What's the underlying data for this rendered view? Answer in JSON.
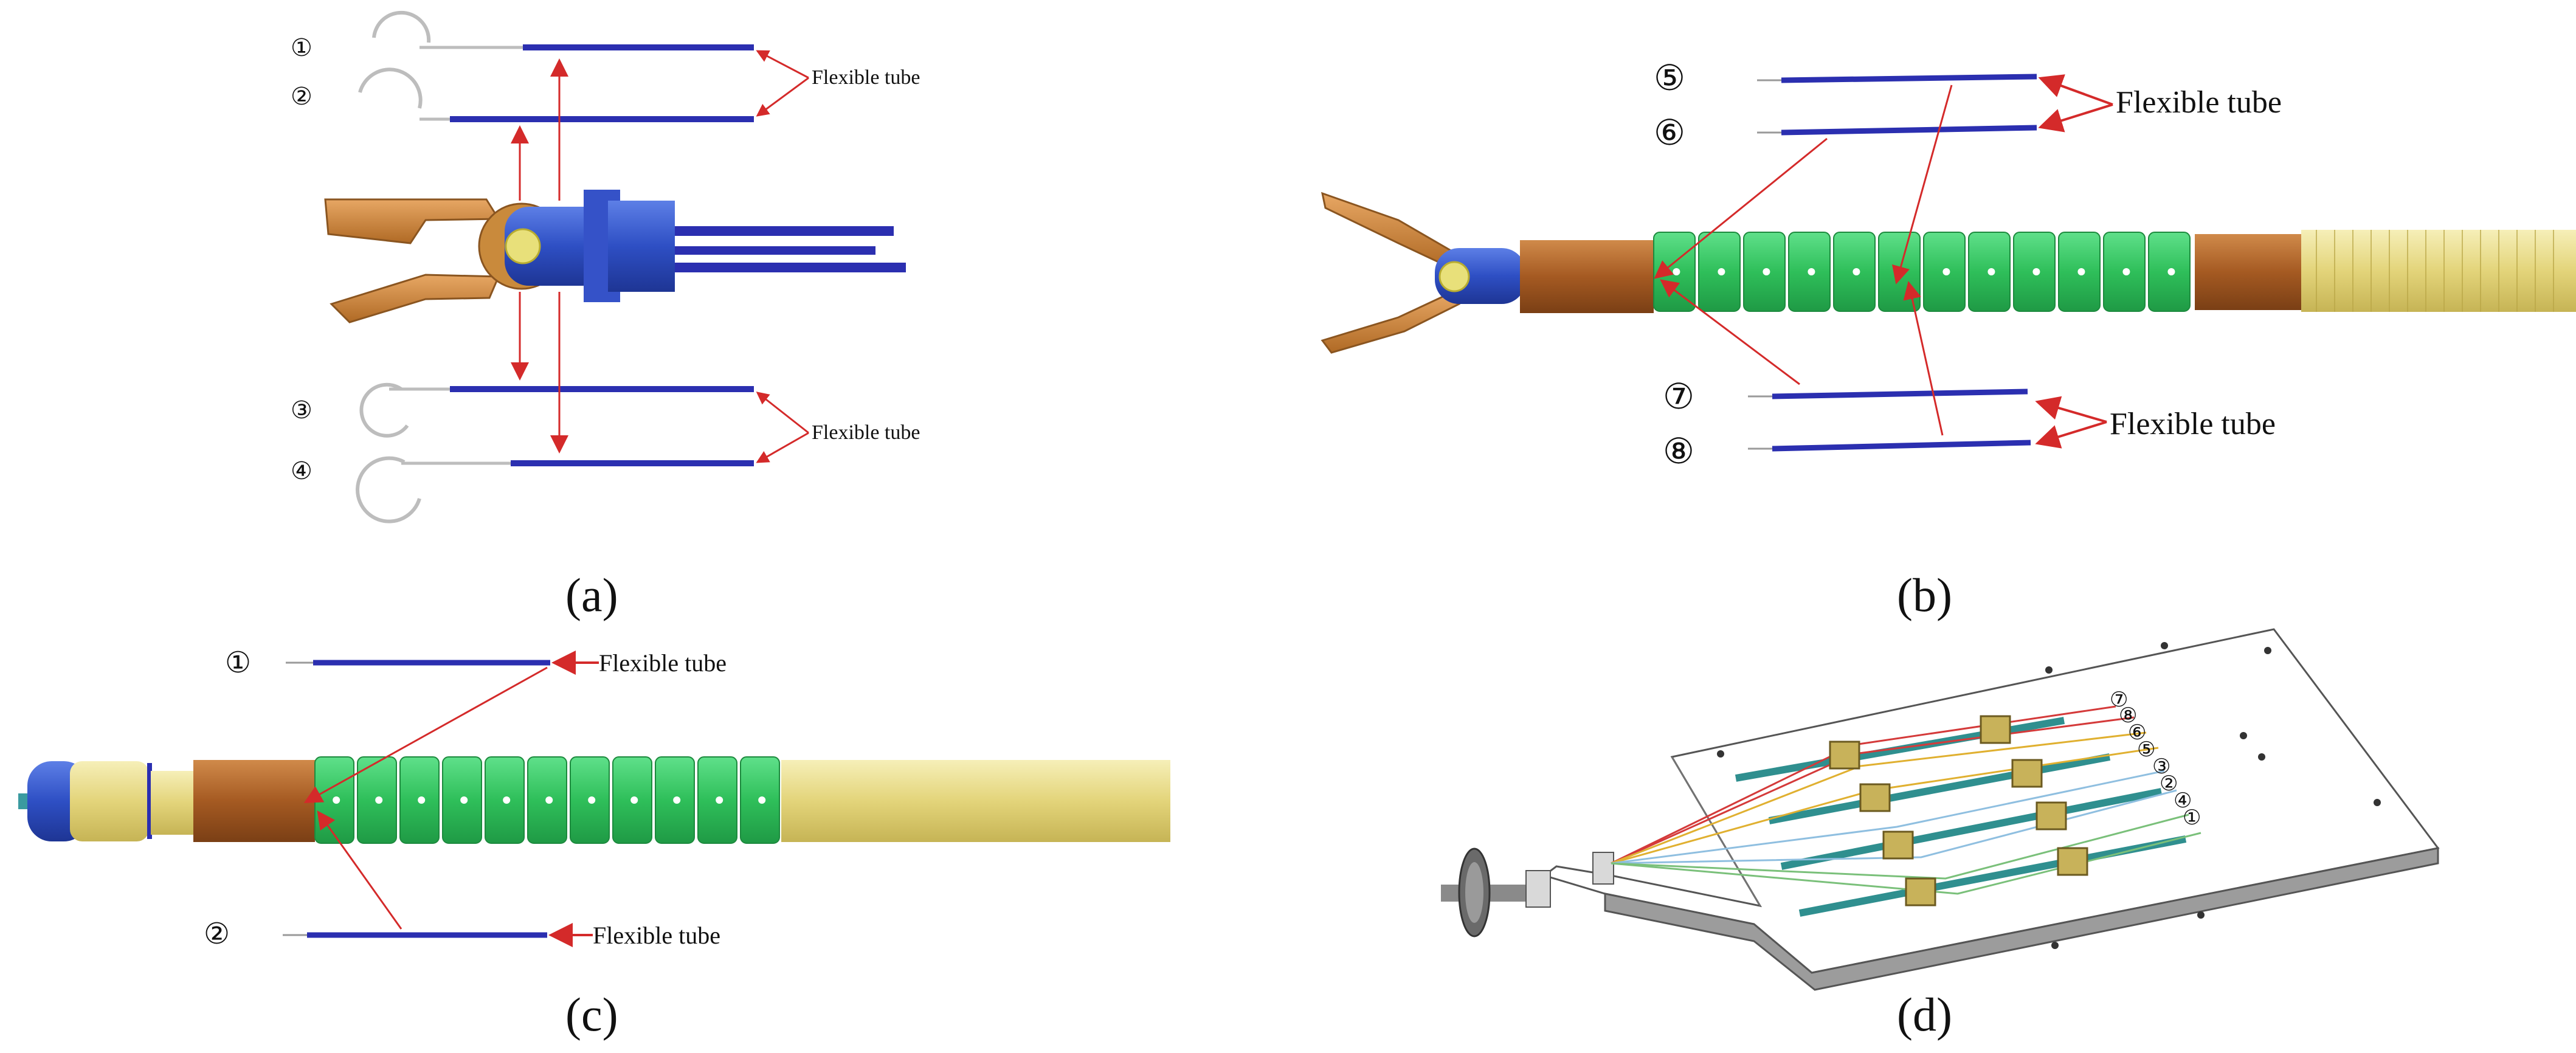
{
  "panels": {
    "a": {
      "caption": "(a)",
      "markers": [
        "①",
        "②",
        "③",
        "④"
      ],
      "flexible_tube_labels": [
        "Flexible tube",
        "Flexible tube"
      ]
    },
    "b": {
      "caption": "(b)",
      "markers": [
        "⑤",
        "⑥",
        "⑦",
        "⑧"
      ],
      "flexible_tube_labels": [
        "Flexible tube",
        "Flexible tube"
      ]
    },
    "c": {
      "caption": "(c)",
      "markers": [
        "①",
        "②"
      ],
      "flexible_tube_labels": [
        "Flexible tube",
        "Flexible tube"
      ]
    },
    "d": {
      "caption": "(d)",
      "wire_numbers": [
        "⑦",
        "⑧",
        "⑥",
        "⑤",
        "③",
        "②",
        "④",
        "①"
      ]
    }
  },
  "colors": {
    "tube": "#2b2fb0",
    "arrow": "#d42a2a",
    "gripper": "#c98a3c",
    "joint_blue": "#3a5fd0",
    "segment_green": "#3fcf6a",
    "copper": "#b5692e",
    "shaft_yellow": "#e8dc8a"
  }
}
